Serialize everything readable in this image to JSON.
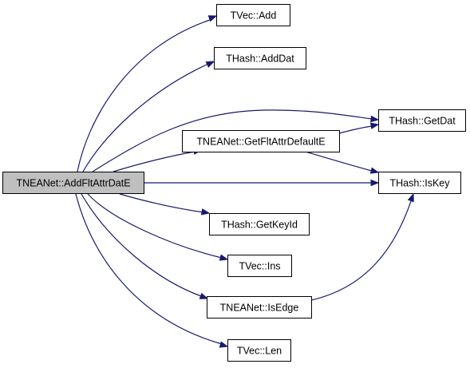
{
  "diagram": {
    "type": "call-graph",
    "root": "TNEANet::AddFltAttrDatE",
    "edge_color": "#191970",
    "root_fill": "#bfbfbf",
    "nodes": [
      {
        "id": "root",
        "label": "TNEANet::AddFltAttrDatE"
      },
      {
        "id": "vec_add",
        "label": "TVec::Add"
      },
      {
        "id": "hash_adddat",
        "label": "THash::AddDat"
      },
      {
        "id": "hash_getdat",
        "label": "THash::GetDat"
      },
      {
        "id": "getfltattrdefault",
        "label": "TNEANet::GetFltAttrDefaultE"
      },
      {
        "id": "hash_iskey",
        "label": "THash::IsKey"
      },
      {
        "id": "hash_getkeyid",
        "label": "THash::GetKeyId"
      },
      {
        "id": "vec_ins",
        "label": "TVec::Ins"
      },
      {
        "id": "isedge",
        "label": "TNEANet::IsEdge"
      },
      {
        "id": "vec_len",
        "label": "TVec::Len"
      }
    ],
    "edges": [
      {
        "from": "root",
        "to": "vec_add"
      },
      {
        "from": "root",
        "to": "hash_adddat"
      },
      {
        "from": "root",
        "to": "hash_getdat"
      },
      {
        "from": "root",
        "to": "getfltattrdefault"
      },
      {
        "from": "root",
        "to": "hash_iskey"
      },
      {
        "from": "root",
        "to": "hash_getkeyid"
      },
      {
        "from": "root",
        "to": "vec_ins"
      },
      {
        "from": "root",
        "to": "isedge"
      },
      {
        "from": "root",
        "to": "vec_len"
      },
      {
        "from": "getfltattrdefault",
        "to": "hash_getdat"
      },
      {
        "from": "getfltattrdefault",
        "to": "hash_iskey"
      },
      {
        "from": "isedge",
        "to": "hash_iskey"
      }
    ]
  }
}
